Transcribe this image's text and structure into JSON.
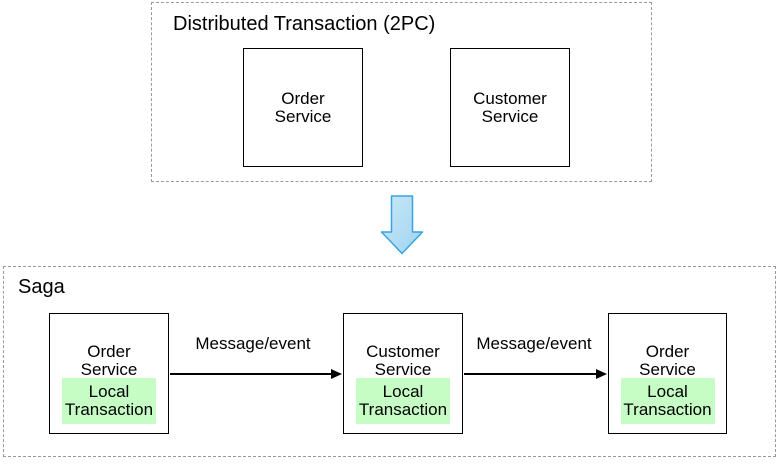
{
  "diagram": {
    "two_pc_group": {
      "title": "Distributed Transaction (2PC)",
      "services": [
        {
          "name": "Order\nService"
        },
        {
          "name": "Customer\nService"
        }
      ]
    },
    "transition": {
      "arrow_icon": "down-arrow-icon"
    },
    "saga_group": {
      "title": "Saga",
      "steps": [
        {
          "service": "Order\nService",
          "local_transaction": "Local\nTransaction"
        },
        {
          "service": "Customer\nService",
          "local_transaction": "Local\nTransaction"
        },
        {
          "service": "Order\nService",
          "local_transaction": "Local\nTransaction"
        }
      ],
      "messages": [
        {
          "label": "Message/event"
        },
        {
          "label": "Message/event"
        }
      ]
    },
    "colors": {
      "local_transaction_fill": "#c5fdc5",
      "transition_arrow_fill_light": "#c9e9f8",
      "transition_arrow_fill_dark": "#9fd3f1",
      "transition_arrow_stroke": "#38a3de",
      "dashed_border": "#9a9a9a",
      "solid_border": "#000000",
      "message_arrow": "#000000",
      "background": "#ffffff"
    }
  }
}
